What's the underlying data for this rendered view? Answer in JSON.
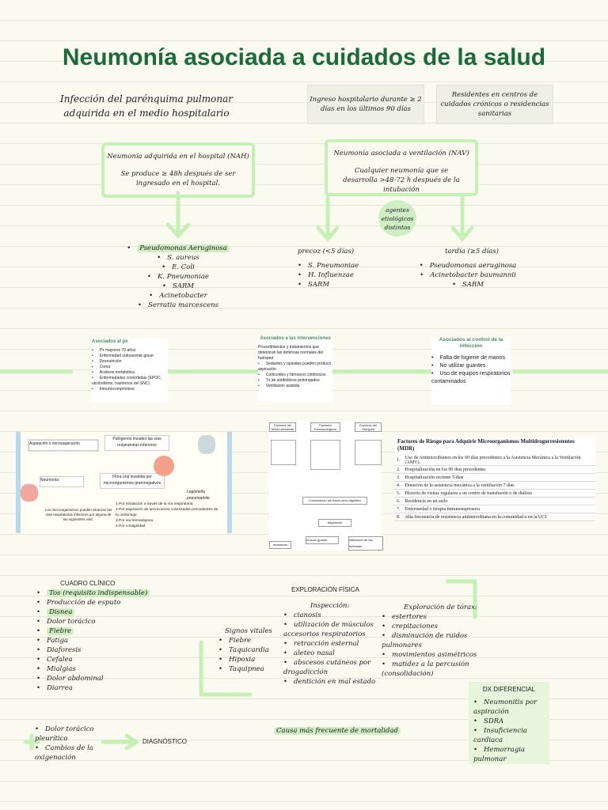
{
  "title": "Neumonía asociada a cuidados de la salud",
  "definition": "Infección del parénquima pulmonar adquirida en el medio hospitalario",
  "criteria": [
    "Ingreso hospitalario durante ≥ 2 días en los últimos 90 días",
    "Residentes en centros de cuidados crónicos o residencias sanitarias"
  ],
  "nah": {
    "title": "Neumonía adquirida en el hospital (NAH)",
    "desc": "Se produce ≥ 48h después de ser ingresado en el hospital."
  },
  "nav": {
    "title": "Neumonía asociada a ventilación (NAV)",
    "desc": "Cualquier neumonía que se desarrolla >48-72 h después de la intubación"
  },
  "agents_bubble": "agentes etiológicos distintos",
  "nah_agents": [
    "Pseudomonas Aeruginosa",
    "S. aureus",
    "E. Coli",
    "K. Pneumoniae",
    "SARM",
    "Acinetobacter",
    "Serratia marcescens"
  ],
  "precoz": {
    "label": "precoz (<5 días)",
    "items": [
      "S. Pneumoniae",
      "H. Influenzae",
      "SARM"
    ]
  },
  "tardia": {
    "label": "tardía (≥5 días)",
    "items": [
      "Pseudomonas aeruginosa",
      "Acinetobacter baumannii",
      "SARM"
    ]
  },
  "risk_patient": {
    "title": "Asociados al px",
    "items": [
      "Px mayores 70 años",
      "Enfermedad subyacente grave",
      "Desnutrición",
      "Coma",
      "Acidosis metabólica",
      "Enfermedades comórbidas (EPOC, alcoholismo, trastornos del SNC)",
      "Inmunocompromiso"
    ]
  },
  "risk_interv": {
    "title": "Asociados a las intervenciones",
    "intro": "Procedimientos y tratamientos que deterioran las defensas normales del huésped",
    "items": [
      "Sedantes y opioides pueden producir aspiración",
      "Corticoides y fármacos citotóxicos",
      "Tx de antibióticos prolongados",
      "Ventilación asistida"
    ]
  },
  "risk_infect": {
    "title": "Asociados al control de la infección",
    "items": [
      "Falta de higiene de manos",
      "No utilizar guantes",
      "Uso de equipos respiratorios contaminados"
    ]
  },
  "patho": {
    "aspiration": "Aspiración o microaspiración",
    "pathogens": "Patógenos invaden las vías respiratorias inferiores",
    "neumonia": "Neumonía",
    "flora": "Flora oral invadida por microorganismos gramnegativos",
    "legionella": "Legionella pneumophila",
    "bottom_left": "Los microorganismos pueden alcanzar las vías respiratorias inferiores por alguna de las siguientes vías:",
    "routes": [
      "1.Por inhalación a través de la vía respiratoria",
      "2.Por aspiración de secreciones colonizadas procedentes de la orofaringe",
      "3.Por vía hematógena",
      "4.Por contigüidad"
    ]
  },
  "flowchart": {
    "cols": [
      "Factores del Medio Ambiente",
      "Factores Farmacológicos",
      "Factores del Huésped"
    ],
    "mid": "Colonización del tracto aero-digestivo",
    "aspiracion": "Aspiración",
    "inhalacion": "Inhalación",
    "inoculo": "Inóculo grande",
    "defensas": "Alteración de las defensas"
  },
  "mdr": {
    "title": "Factores de Riesgo para Adquirir Microorganismos Multidrogorresistentes (MDR)",
    "rows": [
      "Uso de Antimicrobianos en los 90 días precedentes a la Asistencia Mecánica a la Ventilación (AMV).",
      "Hospitalización en los 90 días precedentes",
      "Hospitalización reciente 5 días",
      "Duración de la asistencia mecánica a la ventilación 7 días",
      "Historia de visitas regulares a un centro de transfusión o de diálisis",
      "Residencia en un asilo",
      "Enfermedad o terapia inmunosupresora",
      "Alta frecuencia de resistencia antimicrobiana en la comunidad o en la UCI"
    ]
  },
  "clinical": {
    "title": "CUADRO CLÍNICO",
    "items": [
      "Tos (requisito indispensable)",
      "Producción de esputo",
      "Disnea",
      "Dolor torácico",
      "Fiebre",
      "Fatiga",
      "Diaforesis",
      "Cefalea",
      "Mialgias",
      "Dolor abdominal",
      "Diarrea"
    ]
  },
  "vitals": {
    "title": "Signos vitales",
    "items": [
      "Fiebre",
      "Taquicardia",
      "Hipoxia",
      "Taquipnea"
    ]
  },
  "exam": {
    "title": "EXPLORACIÓN FÍSICA",
    "inspection_title": "Inspección:",
    "inspection": [
      "cianosis",
      "utilización de músculos accesorios respiratorios",
      "retracción esternal",
      "aleteo nasal",
      "abscesos cutáneos por drogadicción",
      "dentición en mal estado"
    ],
    "thorax_title": "Exploración de tórax:",
    "thorax": [
      "estertores",
      "crepitaciones",
      "disminución de ruidos pulmonares",
      "movimientos asimétricos",
      "matidez a la percusión (consolidación)"
    ]
  },
  "diff": {
    "title": "DX DIFERENCIAL",
    "items": [
      "Neumonitis por aspiración",
      "SDRA",
      "Insuficiencia cardiaca",
      "Hemorragia pulmonar"
    ]
  },
  "diag_items": [
    "Dolor torácico pleurítico",
    "Cambios de la oxigenación"
  ],
  "diagnostico": "DIAGNÓSTICO",
  "mortality": "Causa más frecuente de mortalidad",
  "colors": {
    "title_green": "#1a6b3a",
    "accent": "#c9f1bb",
    "highlight": "#cfeec4"
  }
}
